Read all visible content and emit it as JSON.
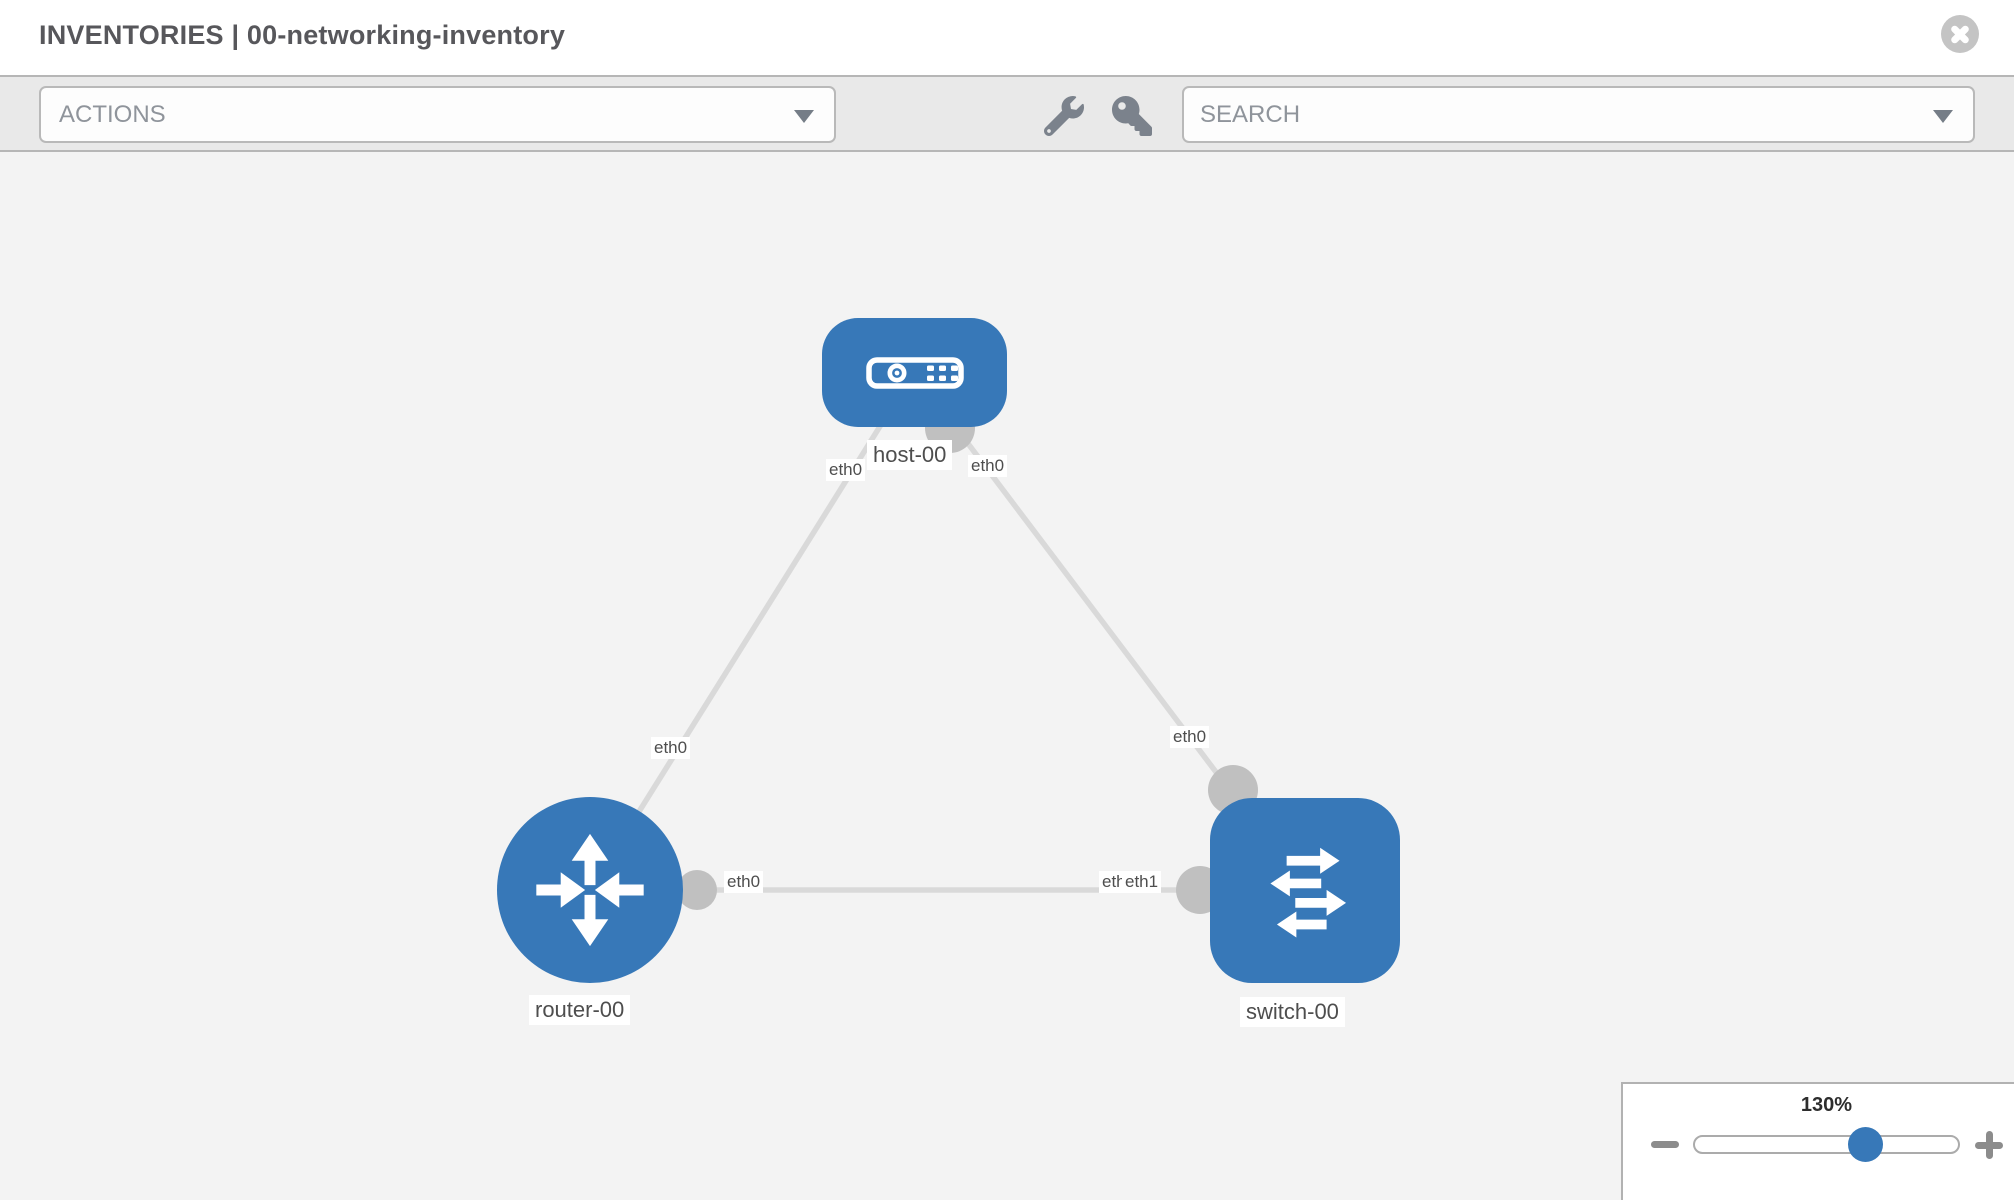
{
  "header": {
    "title": "INVENTORIES | 00-networking-inventory"
  },
  "toolbar": {
    "actions": {
      "label": "ACTIONS"
    },
    "search": {
      "placeholder": "SEARCH"
    },
    "icons": [
      "wrench-icon",
      "key-icon"
    ]
  },
  "topology": {
    "nodes": [
      {
        "id": "host-00",
        "type": "host",
        "label": "host-00"
      },
      {
        "id": "router-00",
        "type": "router",
        "label": "router-00"
      },
      {
        "id": "switch-00",
        "type": "switch",
        "label": "switch-00"
      }
    ],
    "links": [
      {
        "source": "router-00",
        "target": "host-00",
        "source_interface": "eth0",
        "target_interface": "eth0"
      },
      {
        "source": "host-00",
        "target": "switch-00",
        "source_interface": "eth0",
        "target_interface": "eth0"
      },
      {
        "source": "router-00",
        "target": "switch-00",
        "source_interface": "eth0",
        "target_interface": "eth1",
        "target_interface_2": "eth1"
      }
    ]
  },
  "zoom_control": {
    "level": "130%"
  },
  "colors": {
    "node_blue": "#3778b8",
    "link_gray": "#d9d9d9",
    "interface_dot_gray": "#c0c0c0",
    "toolbar_bg": "#e9e9e9",
    "canvas_bg": "#f3f3f3"
  }
}
